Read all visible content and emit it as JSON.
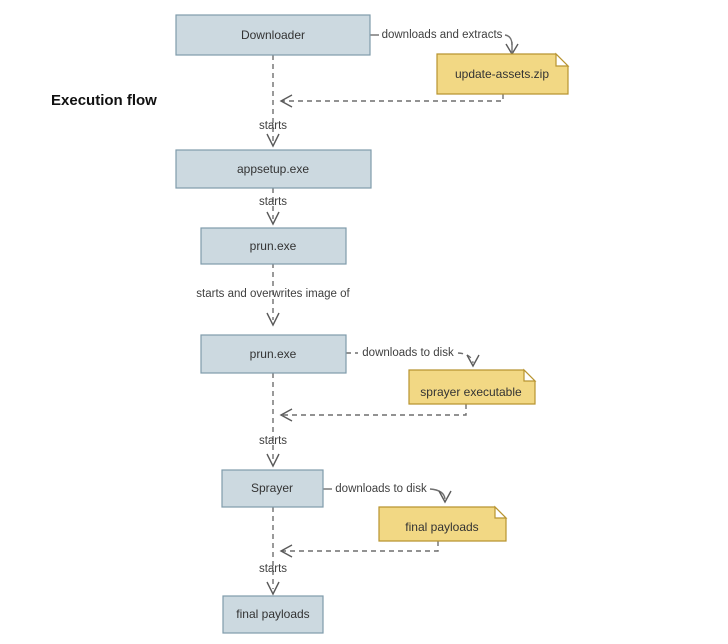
{
  "diagram": {
    "title": "Execution flow",
    "nodes": [
      {
        "id": "downloader",
        "label": "Downloader",
        "kind": "process"
      },
      {
        "id": "update_assets",
        "label": "update-assets.zip",
        "kind": "artifact"
      },
      {
        "id": "appsetup",
        "label": "appsetup.exe",
        "kind": "process"
      },
      {
        "id": "prun1",
        "label": "prun.exe",
        "kind": "process"
      },
      {
        "id": "prun2",
        "label": "prun.exe",
        "kind": "process"
      },
      {
        "id": "sprayer_exe",
        "label": "sprayer executable",
        "kind": "artifact"
      },
      {
        "id": "sprayer",
        "label": "Sprayer",
        "kind": "process"
      },
      {
        "id": "final_payloads_a",
        "label": "final payloads",
        "kind": "artifact"
      },
      {
        "id": "final_payloads_b",
        "label": "final payloads",
        "kind": "process"
      }
    ],
    "edges": [
      {
        "from": "downloader",
        "to": "update_assets",
        "label": "downloads and extracts"
      },
      {
        "from": "update_assets",
        "to": "appsetup",
        "label": "starts"
      },
      {
        "from": "appsetup",
        "to": "prun1",
        "label": "starts"
      },
      {
        "from": "prun1",
        "to": "prun2",
        "label": "starts and overwrites image of"
      },
      {
        "from": "prun2",
        "to": "sprayer_exe",
        "label": "downloads to disk"
      },
      {
        "from": "sprayer_exe",
        "to": "sprayer",
        "label": "starts"
      },
      {
        "from": "sprayer",
        "to": "final_payloads_a",
        "label": "downloads to disk"
      },
      {
        "from": "final_payloads_a",
        "to": "final_payloads_b",
        "label": "starts"
      }
    ],
    "edge_labels": {
      "downloads_and_extracts": "downloads and extracts",
      "starts_1": "starts",
      "starts_2": "starts",
      "starts_and_overwrites": "starts and overwrites image of",
      "downloads_to_disk_1": "downloads to disk",
      "starts_3": "starts",
      "downloads_to_disk_2": "downloads to disk",
      "starts_4": "starts"
    },
    "colors": {
      "process_fill": "#ccd9e0",
      "process_stroke": "#7f9bab",
      "artifact_fill": "#f2d884",
      "artifact_stroke": "#b89430",
      "line": "#6f6f6f",
      "text": "#333333",
      "title": "#111111",
      "background": "#ffffff"
    }
  }
}
